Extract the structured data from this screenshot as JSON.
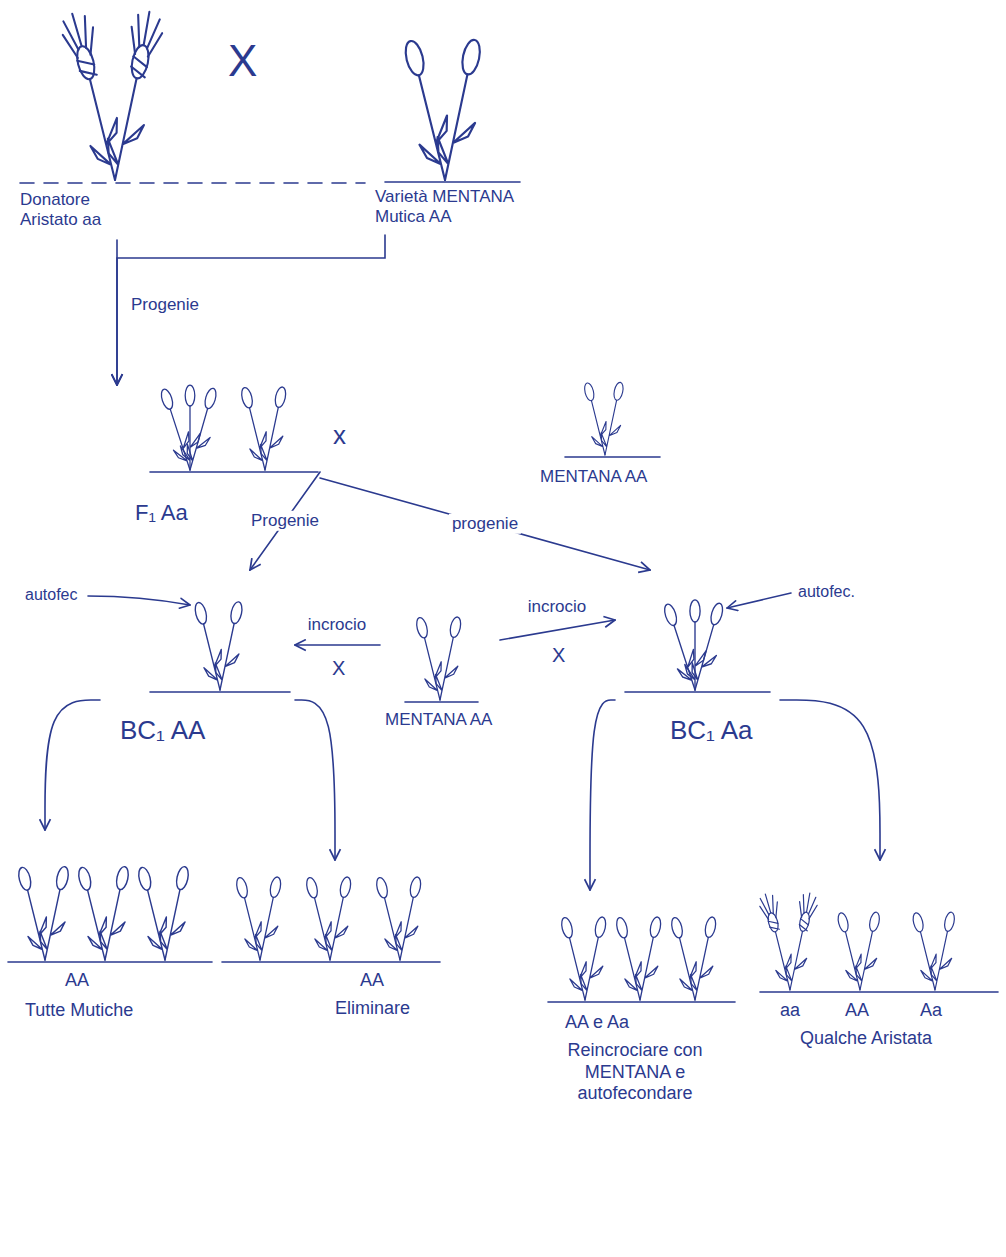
{
  "diagram": {
    "nodes": [
      {
        "text": [
          "Donatore Aristato aa"
        ]
      },
      {
        "text": [
          "Varietà MENTANA Mutica AA"
        ]
      },
      {
        "text": [
          "F₁ Aa"
        ]
      },
      {
        "text": [
          "MENTANA AA"
        ]
      },
      {
        "text": [
          "BC₁ AA"
        ]
      },
      {
        "text": [
          "MENTANA AA"
        ]
      },
      {
        "text": [
          "BC₁ Aa"
        ]
      },
      {
        "text": [
          "AA",
          "Tutte Mutiche"
        ]
      },
      {
        "text": [
          "AA",
          "Eliminare"
        ]
      },
      {
        "text": [
          "AA e Aa",
          "Reincrociare con MENTANA e autofecondare"
        ]
      },
      {
        "text": [
          "aa",
          "AA",
          "Aa",
          "Qualche Aristata"
        ]
      }
    ],
    "edges": [
      {
        "from": 0,
        "to": 2,
        "label": "Progenie",
        "arrow": "to"
      },
      {
        "from": 1,
        "to": 2,
        "arrow": "to"
      },
      {
        "from": 2,
        "to": 4,
        "label": "Progenie",
        "arrow": "to"
      },
      {
        "from": 2,
        "to": 6,
        "label": "progenie",
        "arrow": "to"
      },
      {
        "from": 5,
        "to": 4,
        "label": "incrocio",
        "arrow": "to"
      },
      {
        "from": 5,
        "to": 6,
        "label": "incrocio",
        "arrow": "to"
      },
      {
        "from": 4,
        "to": 7,
        "arrow": "to"
      },
      {
        "from": 4,
        "to": 8,
        "arrow": "to"
      },
      {
        "from": 6,
        "to": 9,
        "arrow": "to"
      },
      {
        "from": 6,
        "to": 10,
        "arrow": "to"
      }
    ],
    "labels": [
      "X",
      "x",
      "autofec",
      "autofec.",
      "X",
      "X"
    ]
  }
}
